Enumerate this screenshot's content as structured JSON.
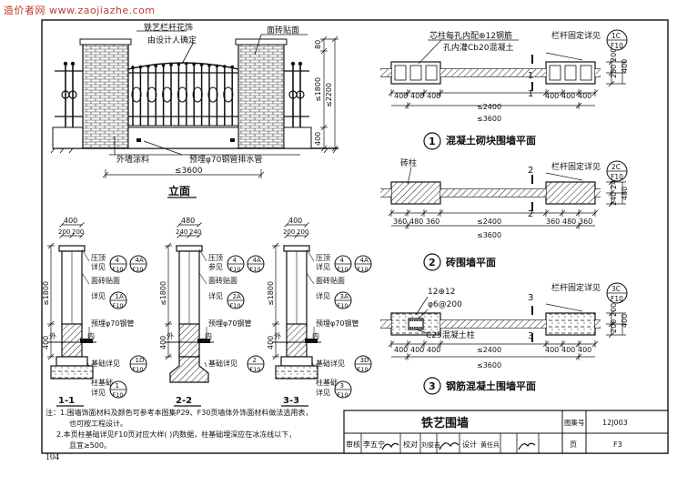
{
  "watermark": "造价者网 www.zaojiazhe.com",
  "page_number": "104",
  "elevation": {
    "label_railing": "铁艺栏杆花饰",
    "label_railing_2": "由设计人确定",
    "label_tile": "面砖贴面",
    "label_paint": "外墙涂料",
    "label_pipe": "预埋φ70钢管排水管",
    "dim_80": "80",
    "dim_1800": "≤1800",
    "dim_2200": "≤2200",
    "dim_400": "400",
    "dim_3600": "≤3600",
    "title": "立面"
  },
  "plan1": {
    "note_1": "芯柱每孔内配⊕12钢筋",
    "note_2": "孔内灌Cb20混凝土",
    "fix_label": "栏杆固定详见",
    "ref_top": "1C",
    "ref_bot": "F10",
    "cut": "1",
    "dims": [
      "400",
      "400",
      "400",
      "≤2400",
      "400",
      "400",
      "400"
    ],
    "total": "≤3600",
    "right_dims": [
      "200",
      "200",
      "400"
    ],
    "title_num": "1",
    "title": "混凝土砌块围墙平面"
  },
  "plan2": {
    "label_col": "砖柱",
    "fix_label": "栏杆固定详见",
    "ref_top": "2C",
    "ref_bot": "F10",
    "cut": "2",
    "dims": [
      "360",
      "480",
      "360",
      "≤2400",
      "360",
      "480",
      "360"
    ],
    "total": "≤3600",
    "right_dims": [
      "240",
      "240",
      "480"
    ],
    "title_num": "2",
    "title": "砖围墙平面"
  },
  "plan3": {
    "note_1": "12⊕12",
    "note_2": "φ6@200",
    "note_3": "C25混凝土柱",
    "fix_label": "栏杆固定详见",
    "ref_top": "3C",
    "ref_bot": "F10",
    "cut": "3",
    "dims": [
      "400",
      "400",
      "400",
      "≤2400",
      "400",
      "400",
      "400"
    ],
    "total": "≤3600",
    "right_dims": [
      "200",
      "200",
      "400"
    ],
    "title_num": "3",
    "title": "钢筋混凝土围墙平面"
  },
  "sections": [
    {
      "top_dim": "400",
      "sub_dims": [
        "200",
        "200"
      ],
      "cap_1": "压顶",
      "cap_2": "详见",
      "cap_ref_top": "4",
      "cap_ref_bot": "F10",
      "cap_ref2_top": "4A",
      "cap_ref2_bot": "F10",
      "tile": "面砖贴面",
      "detail_label": "详见",
      "detail_ref_top": "1A",
      "detail_ref_bot": "F10",
      "pipe": "预埋φ70钢管",
      "side_out": "外",
      "side_in": "内",
      "found": "基础详见",
      "found_ref_top": "1D",
      "found_ref_bot": "F10",
      "base_1": "柱基础",
      "base_2": "详见",
      "base_ref_top": "1",
      "base_ref_bot": "F10",
      "h_1800": "≤1800",
      "h_400": "400",
      "title": "1-1"
    },
    {
      "top_dim": "480",
      "sub_dims": [
        "240",
        "240"
      ],
      "cap_1": "压顶",
      "cap_2": "参见",
      "cap_ref_top": "4",
      "cap_ref_bot": "F10",
      "cap_ref2_top": "4A",
      "cap_ref2_bot": "F10",
      "tile": "面砖贴面",
      "detail_label": "详见",
      "detail_ref_top": "2A",
      "detail_ref_bot": "F10",
      "pipe": "预埋φ70钢管",
      "side_out": "外",
      "side_in": "内",
      "found": "基础详见",
      "found_ref_top": "2",
      "found_ref_bot": "F10",
      "base_1": "",
      "base_2": "",
      "base_ref_top": "",
      "base_ref_bot": "",
      "h_1800": "≤1800",
      "h_400": "400",
      "title": "2-2"
    },
    {
      "top_dim": "400",
      "sub_dims": [
        "200",
        "200"
      ],
      "cap_1": "压顶",
      "cap_2": "详见",
      "cap_ref_top": "4",
      "cap_ref_bot": "F10",
      "cap_ref2_top": "4A",
      "cap_ref2_bot": "F10",
      "tile": "面砖贴面",
      "detail_label": "详见",
      "detail_ref_top": "3A",
      "detail_ref_bot": "F10",
      "pipe": "预埋φ70钢管",
      "side_out": "外",
      "side_in": "内",
      "found": "基础详见",
      "found_ref_top": "3D",
      "found_ref_bot": "F10",
      "base_1": "柱基础",
      "base_2": "详见",
      "base_ref_top": "3",
      "base_ref_bot": "F10",
      "h_1800": "≤1800",
      "h_400": "400",
      "title": "3-3"
    }
  ],
  "notes": {
    "line1": "注：1.围墙饰面材料及颜色可参考本图集P29、F30页墙体外饰面材料做法选用表，",
    "line2": "也可按工程设计。",
    "line3": "2.本页柱基础详见F10页对应大样( )内数据，柱基础埋深应在冰冻线以下，",
    "line4": "且宜≥500。"
  },
  "title_block": {
    "title": "铁艺围墙",
    "atlas_label": "图集号",
    "atlas_no": "12J003",
    "review_label": "审核",
    "review_name": "李五宁",
    "check_label": "校对",
    "check_name": "刘俊吉",
    "design_label": "设计",
    "design_name": "黄任兵",
    "page_label": "页",
    "page_no": "F3"
  }
}
